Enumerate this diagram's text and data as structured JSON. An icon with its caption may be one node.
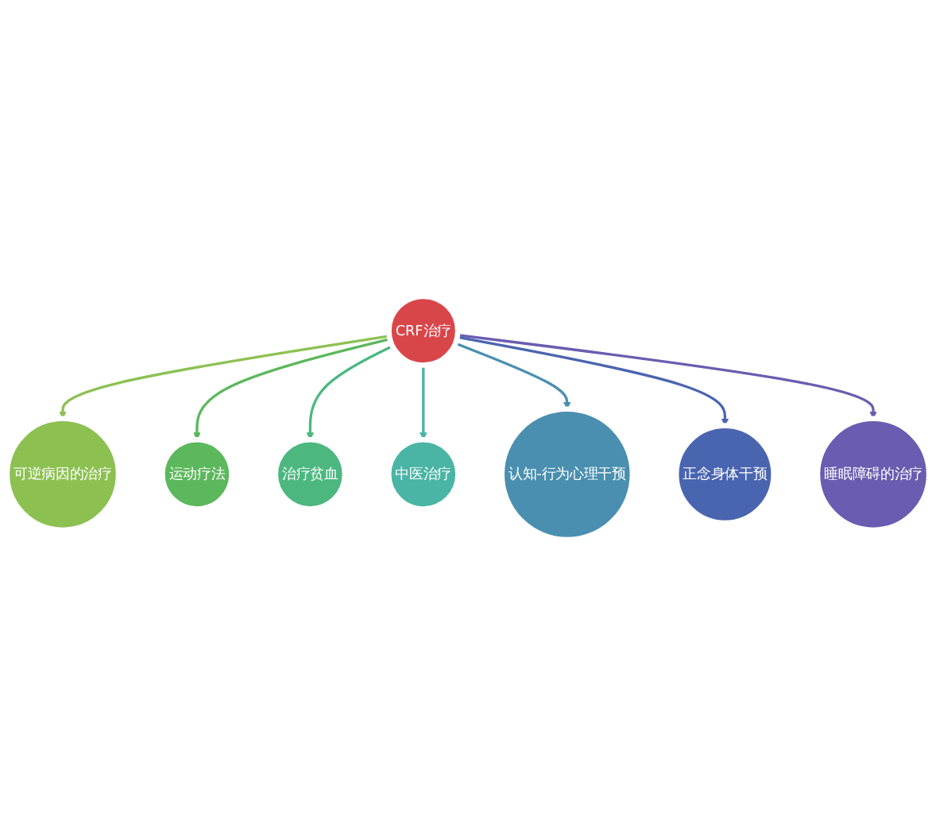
{
  "diagram": {
    "nodes": [
      {
        "text": [
          "CRF治疗"
        ]
      },
      {
        "text": [
          "可逆病因的治疗"
        ]
      },
      {
        "text": [
          "运动疗法"
        ]
      },
      {
        "text": [
          "治疗贫血"
        ]
      },
      {
        "text": [
          "中医治疗"
        ]
      },
      {
        "text": [
          "认知-行为心理干预"
        ]
      },
      {
        "text": [
          "正念身体干预"
        ]
      },
      {
        "text": [
          "睡眠障碍的治疗"
        ]
      }
    ],
    "edges": [
      {
        "from": 0,
        "to": 1,
        "arrow": "to",
        "color": "#8cc152"
      },
      {
        "from": 0,
        "to": 2,
        "arrow": "to",
        "color": "#5cb85c"
      },
      {
        "from": 0,
        "to": 3,
        "arrow": "to",
        "color": "#4cb880"
      },
      {
        "from": 0,
        "to": 4,
        "arrow": "to",
        "color": "#4ab5a5"
      },
      {
        "from": 0,
        "to": 5,
        "arrow": "to",
        "color": "#4a8fb0"
      },
      {
        "from": 0,
        "to": 6,
        "arrow": "to",
        "color": "#4a65b0"
      },
      {
        "from": 0,
        "to": 7,
        "arrow": "to",
        "color": "#6a5cb0"
      }
    ]
  }
}
